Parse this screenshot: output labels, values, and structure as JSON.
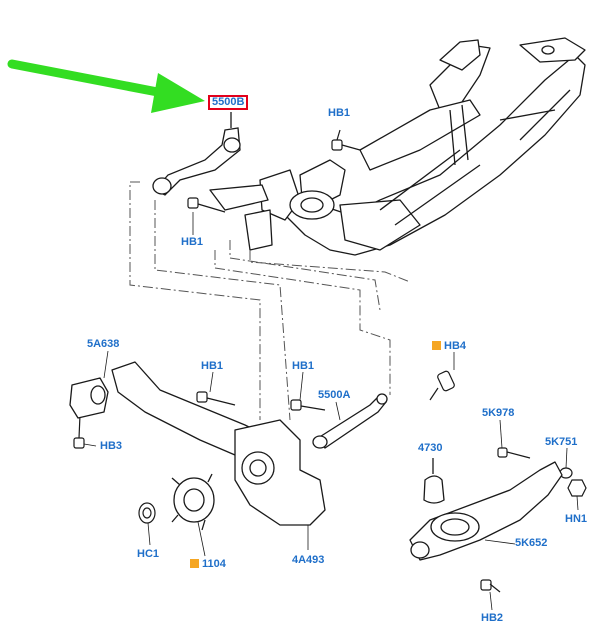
{
  "colors": {
    "callout_text": "#1f6fc9",
    "highlight_box": "#e3001b",
    "pointer_arrow": "#33dd22",
    "square_marker": "#f5a623",
    "line_art": "#1a1a1a"
  },
  "callouts": {
    "c5500B": "5500B",
    "hb1_top": "HB1",
    "hb1_left": "HB1",
    "c5A638": "5A638",
    "hb1_mid1": "HB1",
    "hb1_mid2": "HB1",
    "hb4": "HB4",
    "c5500A": "5500A",
    "hb3": "HB3",
    "c5K978": "5K978",
    "c4730": "4730",
    "c5K751": "5K751",
    "hn1": "HN1",
    "hc1": "HC1",
    "c1104": "1104",
    "c4A493": "4A493",
    "c5K652": "5K652",
    "hb2": "HB2"
  },
  "icons": {
    "pointer": "green-arrow-icon",
    "marker": "orange-square-icon"
  }
}
